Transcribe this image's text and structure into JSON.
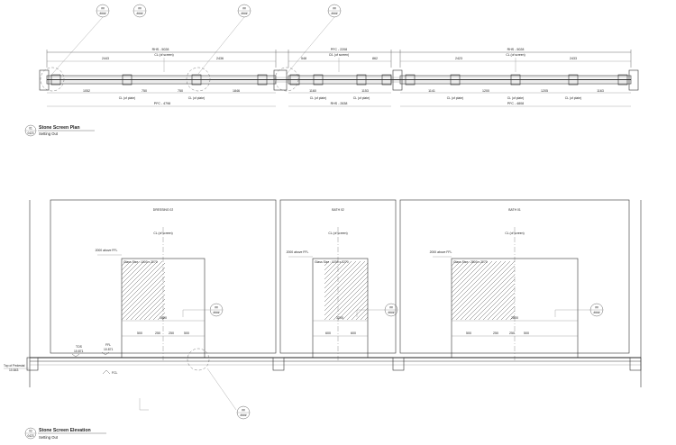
{
  "plan": {
    "title": "Stone Screen Plan",
    "subtitle": "Setting Out",
    "ref_num": "01",
    "ref_sheet": "0423",
    "callouts": [
      {
        "num": "##",
        "sheet": "####"
      },
      {
        "num": "##",
        "sheet": "####"
      },
      {
        "num": "##",
        "sheet": "####"
      },
      {
        "num": "##",
        "sheet": "####"
      }
    ],
    "top_dims": [
      "RHS - 5028",
      "PFC - 2208",
      "RHS - 5028"
    ],
    "upper_dims_left": [
      "2443",
      "2436"
    ],
    "upper_dims_mid": [
      "548",
      "862"
    ],
    "upper_dims_right": [
      "2423",
      "2433"
    ],
    "cl_screen": "CL (of screen)",
    "cl_mid": "C/L (of screen)",
    "lower_dims_left": [
      "1052",
      "750",
      "750",
      "1846"
    ],
    "lower_dims_mid": [
      "1160",
      "1153"
    ],
    "lower_dims_right": [
      "1141",
      "1200",
      "1205",
      "1163"
    ],
    "cl_plate": "CL (of plate)",
    "bottom_dims": [
      "PFC - 4798",
      "RHS - 2638",
      "PFC - 4808"
    ]
  },
  "elevation": {
    "title": "Stone Screen Elevation",
    "subtitle": "Setting Out",
    "ref_num": "02",
    "ref_sheet": "0423",
    "rooms": [
      "DRESSING 02",
      "BATH 02",
      "BATH 01"
    ],
    "cl_screen": "CL (of screen)",
    "heights": [
      "2000 above FFL",
      "2000 above FFL",
      "2000 above FFL"
    ],
    "glass_sizes": [
      "Glass Size : 1000 x 2270",
      "Glass Size : 1200 x 2270",
      "Glass Size : 2800 x 2270"
    ],
    "widths": [
      "1600",
      "1200",
      "2800"
    ],
    "dims_left": [
      "500",
      "250",
      "250",
      "500"
    ],
    "dims_mid": [
      "600",
      "600"
    ],
    "dims_right": [
      "500",
      "250",
      "250",
      "500"
    ],
    "tos": "TOS",
    "tos_val": "10.871",
    "ffl": "FFL",
    "ffl_val": "10.871",
    "ffl_lower": "FCL",
    "pedestal": "Top of Pedestal",
    "pedestal_val": "10.843",
    "callouts": [
      {
        "num": "##",
        "sheet": "####"
      },
      {
        "num": "##",
        "sheet": "####"
      },
      {
        "num": "##",
        "sheet": "####"
      }
    ]
  }
}
